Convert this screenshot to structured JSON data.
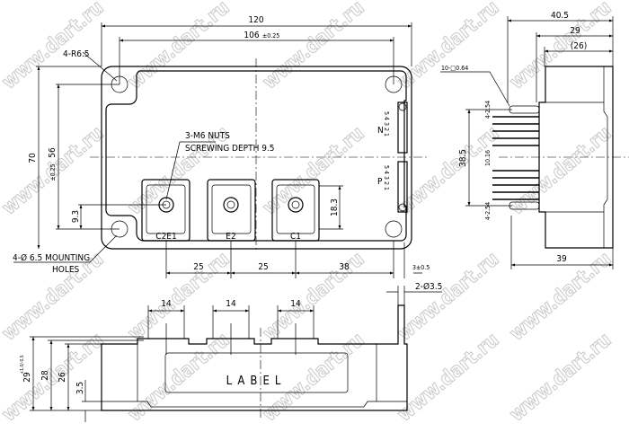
{
  "watermark": "www.dart.ru",
  "top_view": {
    "dim_overall_width": "120",
    "dim_hole_pitch": "106",
    "dim_hole_pitch_tol": "±0.25",
    "dim_overall_height": "70",
    "dim_hole_vertical": "56",
    "dim_hole_vertical_tol": "±0.25",
    "dim_9_3": "9.3",
    "dim_18_3": "18.3",
    "dim_pitch_1": "25",
    "dim_pitch_2": "25",
    "dim_pitch_3": "38",
    "dim_3": "3±0.5",
    "corner_radius": "4-R6.5",
    "nuts_line1": "3-M6 NUTS",
    "nuts_line2": "SCREWING DEPTH 9.5",
    "mount_line1": "4-Ø 6.5 MOUNTING",
    "mount_line2": "HOLES",
    "terminals": [
      "C2E1",
      "E2",
      "C1"
    ],
    "group_n": "N",
    "group_p": "P",
    "pin_numbers": "54321"
  },
  "side_view": {
    "dim_40_5": "40.5",
    "dim_29": "29",
    "dim_26": "(26)",
    "dim_39": "39",
    "dim_38_5": "38.5",
    "pins": "10-□0.64",
    "pitch_top": "4-2.54",
    "pitch_mid": "10.16",
    "pitch_bot": "4-2.54"
  },
  "front_view": {
    "terminal_width": [
      "14",
      "14",
      "14"
    ],
    "label": "LABEL",
    "pin_dia": "2-Ø3.5",
    "dim_29": "29",
    "dim_29_tol": "+1.0/-0.5",
    "dim_28": "28",
    "dim_26": "26",
    "dim_3_5": "3.5"
  }
}
